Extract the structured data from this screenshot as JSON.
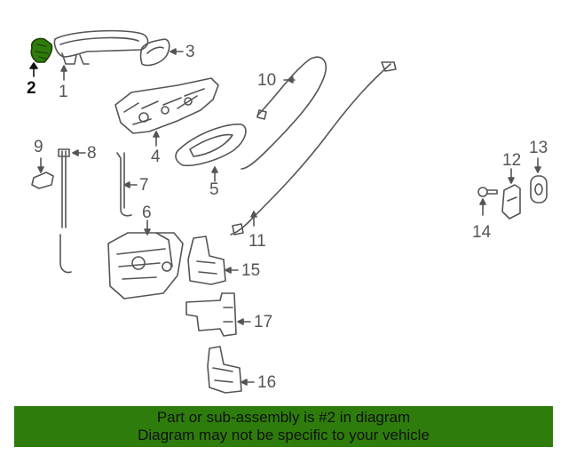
{
  "callouts": {
    "n1": "1",
    "n2": "2",
    "n3": "3",
    "n4": "4",
    "n5": "5",
    "n6": "6",
    "n7": "7",
    "n8": "8",
    "n9": "9",
    "n10": "10",
    "n11": "11",
    "n12": "12",
    "n13": "13",
    "n14": "14",
    "n15": "15",
    "n16": "16",
    "n17": "17"
  },
  "highlight": {
    "part": "2",
    "color": "#2e7d0c"
  },
  "banner": {
    "line1": "Part or sub-assembly is #2 in diagram",
    "line2": "Diagram may not be specific to your vehicle",
    "background": "#2e7d0c"
  }
}
